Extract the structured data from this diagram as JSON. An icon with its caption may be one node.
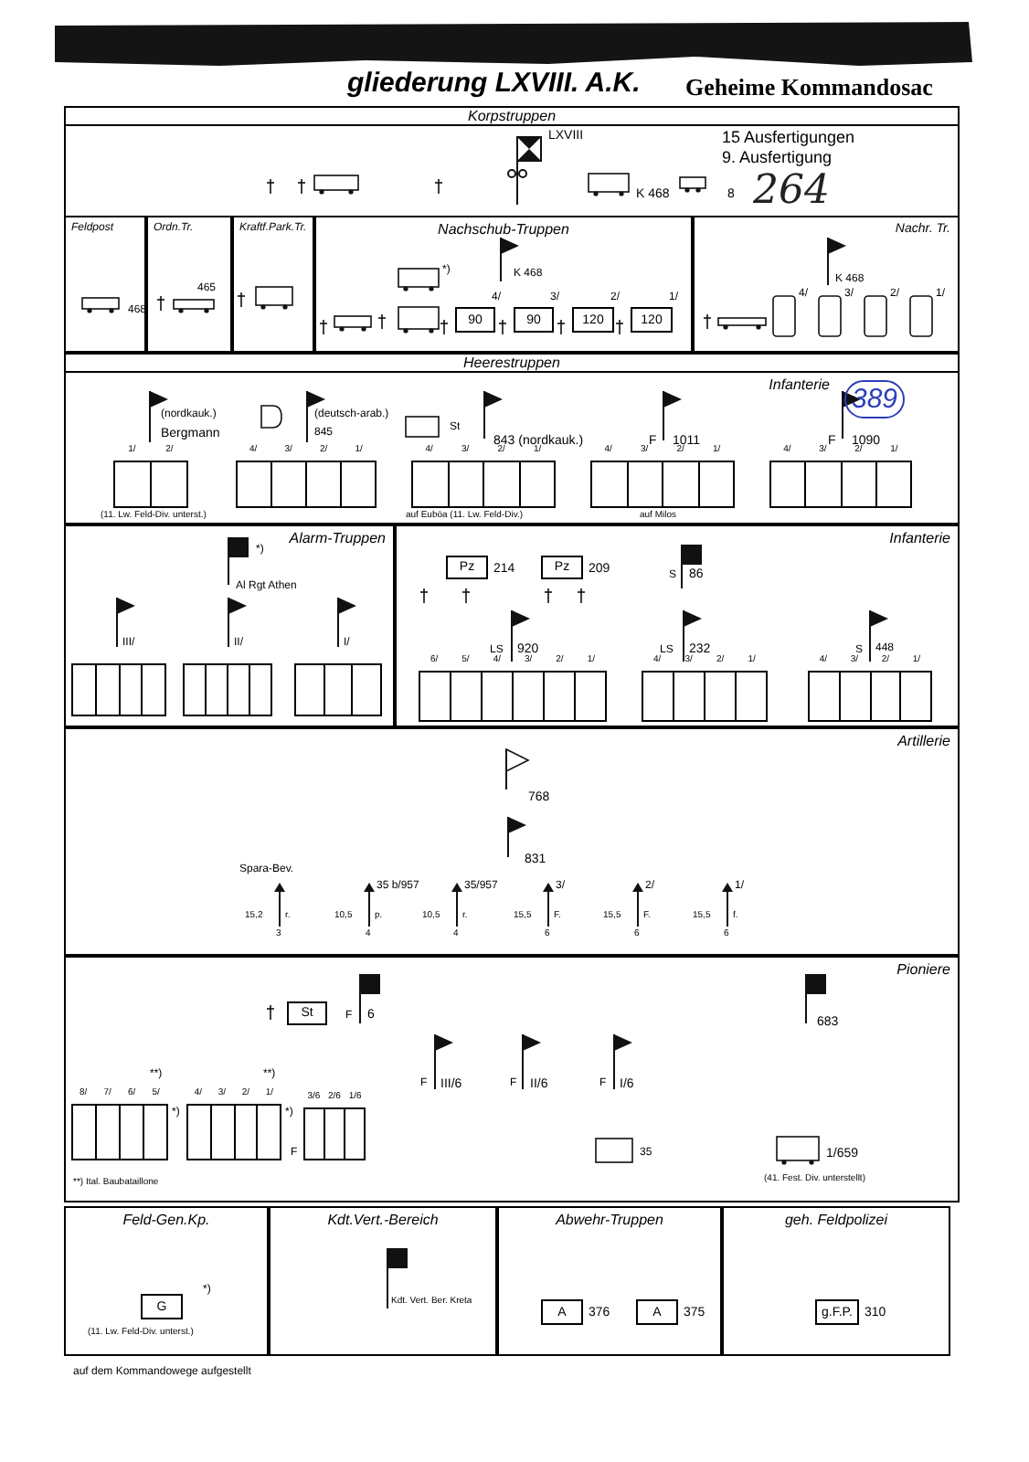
{
  "diagram": {
    "title": "gliederung LXVIII. A.K.",
    "nodes": [
      {
        "text": [
          "Korpstruppen"
        ]
      },
      {
        "text": [
          "Feldpost"
        ],
        "in": 0
      },
      {
        "text": [
          "Ordn.Tr."
        ],
        "in": 0
      },
      {
        "text": [
          "Kraftf.Park.Tr."
        ],
        "in": 0
      },
      {
        "text": [
          "Nachschub-Truppen"
        ],
        "in": 0
      },
      {
        "text": [
          "Nachr. Tr."
        ],
        "in": 0
      },
      {
        "text": [
          "Heerestruppen"
        ]
      },
      {
        "text": [
          "Infanterie"
        ],
        "in": 6
      },
      {
        "text": [
          "Alarm-Truppen"
        ],
        "in": 6
      },
      {
        "text": [
          "Infanterie"
        ],
        "in": 6
      },
      {
        "text": [
          "Artillerie"
        ],
        "in": 6
      },
      {
        "text": [
          "Pioniere"
        ],
        "in": 6
      },
      {
        "text": [
          "Feld-Gen.Kp."
        ]
      },
      {
        "text": [
          "Kdt.Vert.-Bereich"
        ]
      },
      {
        "text": [
          "Abwehr-Truppen"
        ]
      },
      {
        "text": [
          "geh. Feldpolizei"
        ]
      },
      {
        "text": [
          "90"
        ],
        "in": 4,
        "beside": [
          "4/"
        ]
      },
      {
        "text": [
          "90"
        ],
        "in": 4,
        "beside": [
          "3/"
        ]
      },
      {
        "text": [
          "120"
        ],
        "in": 4,
        "beside": [
          "2/"
        ]
      },
      {
        "text": [
          "120"
        ],
        "in": 4,
        "beside": [
          "1/"
        ]
      },
      {
        "text": [],
        "shape": "box",
        "in": 7,
        "beside": [
          "1/",
          "2/"
        ]
      },
      {
        "text": [],
        "shape": "box",
        "in": 7,
        "beside": [
          "4/",
          "3/",
          "2/",
          "1/"
        ]
      },
      {
        "text": [],
        "shape": "box",
        "in": 7,
        "beside": [
          "4/",
          "3/",
          "2/",
          "1/"
        ]
      },
      {
        "text": [],
        "shape": "box",
        "in": 7,
        "beside": [
          "4/",
          "3/",
          "2/",
          "1/"
        ]
      },
      {
        "text": [],
        "shape": "box",
        "in": 7,
        "beside": [
          "4/",
          "3/",
          "2/",
          "1/"
        ]
      },
      {
        "text": [],
        "shape": "box",
        "in": 8
      },
      {
        "text": [],
        "shape": "box",
        "in": 8
      },
      {
        "text": [],
        "shape": "box",
        "in": 8
      },
      {
        "text": [
          "Pz"
        ],
        "in": 9,
        "beside": [
          "214"
        ]
      },
      {
        "text": [
          "Pz"
        ],
        "in": 9,
        "beside": [
          "209"
        ]
      },
      {
        "text": [],
        "shape": "box",
        "in": 9,
        "beside": [
          "6/",
          "5/",
          "4/",
          "3/",
          "2/",
          "1/"
        ]
      },
      {
        "text": [],
        "shape": "box",
        "in": 9,
        "beside": [
          "4/",
          "3/",
          "2/",
          "1/"
        ]
      },
      {
        "text": [],
        "shape": "box",
        "in": 9,
        "beside": [
          "4/",
          "3/",
          "2/",
          "1/"
        ]
      },
      {
        "text": [
          "St"
        ],
        "in": 11
      },
      {
        "text": [],
        "shape": "box",
        "in": 11,
        "beside": [
          "8/",
          "7/",
          "6/",
          "5/"
        ]
      },
      {
        "text": [],
        "shape": "box",
        "in": 11,
        "beside": [
          "4/",
          "3/",
          "2/",
          "1/"
        ]
      },
      {
        "text": [],
        "shape": "box",
        "in": 11,
        "beside": [
          "3/6",
          "2/6",
          "1/6"
        ]
      },
      {
        "text": [
          "G"
        ],
        "in": 12
      },
      {
        "text": [
          "A"
        ],
        "in": 14,
        "beside": [
          "376"
        ]
      },
      {
        "text": [
          "A"
        ],
        "in": 14,
        "beside": [
          "375"
        ]
      },
      {
        "text": [
          "g.F.P."
        ],
        "in": 15,
        "beside": [
          "310"
        ]
      }
    ],
    "labels": [
      "Geheime Kommandosac",
      "15 Ausfertigungen",
      "9. Ausfertigung",
      "264",
      "389",
      "LXVIII",
      "K 468",
      "8",
      "468",
      "465",
      "*)",
      "K 468",
      "K 468",
      "4/",
      "3/",
      "2/",
      "1/",
      "(nordkauk.)",
      "Bergmann",
      "(deutsch-arab.)",
      "845",
      "St",
      "843 (nordkauk.)",
      "F",
      "1011",
      "F",
      "1090",
      "(11. Lw. Feld-Div. unterst.)",
      "auf Euböa (11. Lw. Feld-Div.)",
      "auf Milos",
      "*)",
      "Al Rgt Athen",
      "III/",
      "II/",
      "I/",
      "S",
      "86",
      "LS",
      "920",
      "LS",
      "232",
      "S",
      "448",
      "768",
      "831",
      "Spara-Bev.",
      "35 b/957",
      "35/957",
      "3/",
      "2/",
      "1/",
      "15,2",
      "r.",
      "3",
      "10,5",
      "p.",
      "4",
      "10,5",
      "r.",
      "4",
      "15,5",
      "F.",
      "6",
      "15,5",
      "F.",
      "6",
      "15,5",
      "f.",
      "6",
      "F",
      "6",
      "683",
      "F",
      "III/6",
      "F",
      "II/6",
      "F",
      "I/6",
      "**)",
      "*)",
      "**)",
      "*)",
      "F",
      "35",
      "1/659",
      "(41. Fest. Div. unterstellt)",
      "**) Ital. Baubataillone",
      "*)",
      "(11. Lw. Feld-Div. unterst.)",
      "Kdt. Vert. Ber. Kreta",
      "auf dem Kommandowege aufgestellt"
    ]
  }
}
